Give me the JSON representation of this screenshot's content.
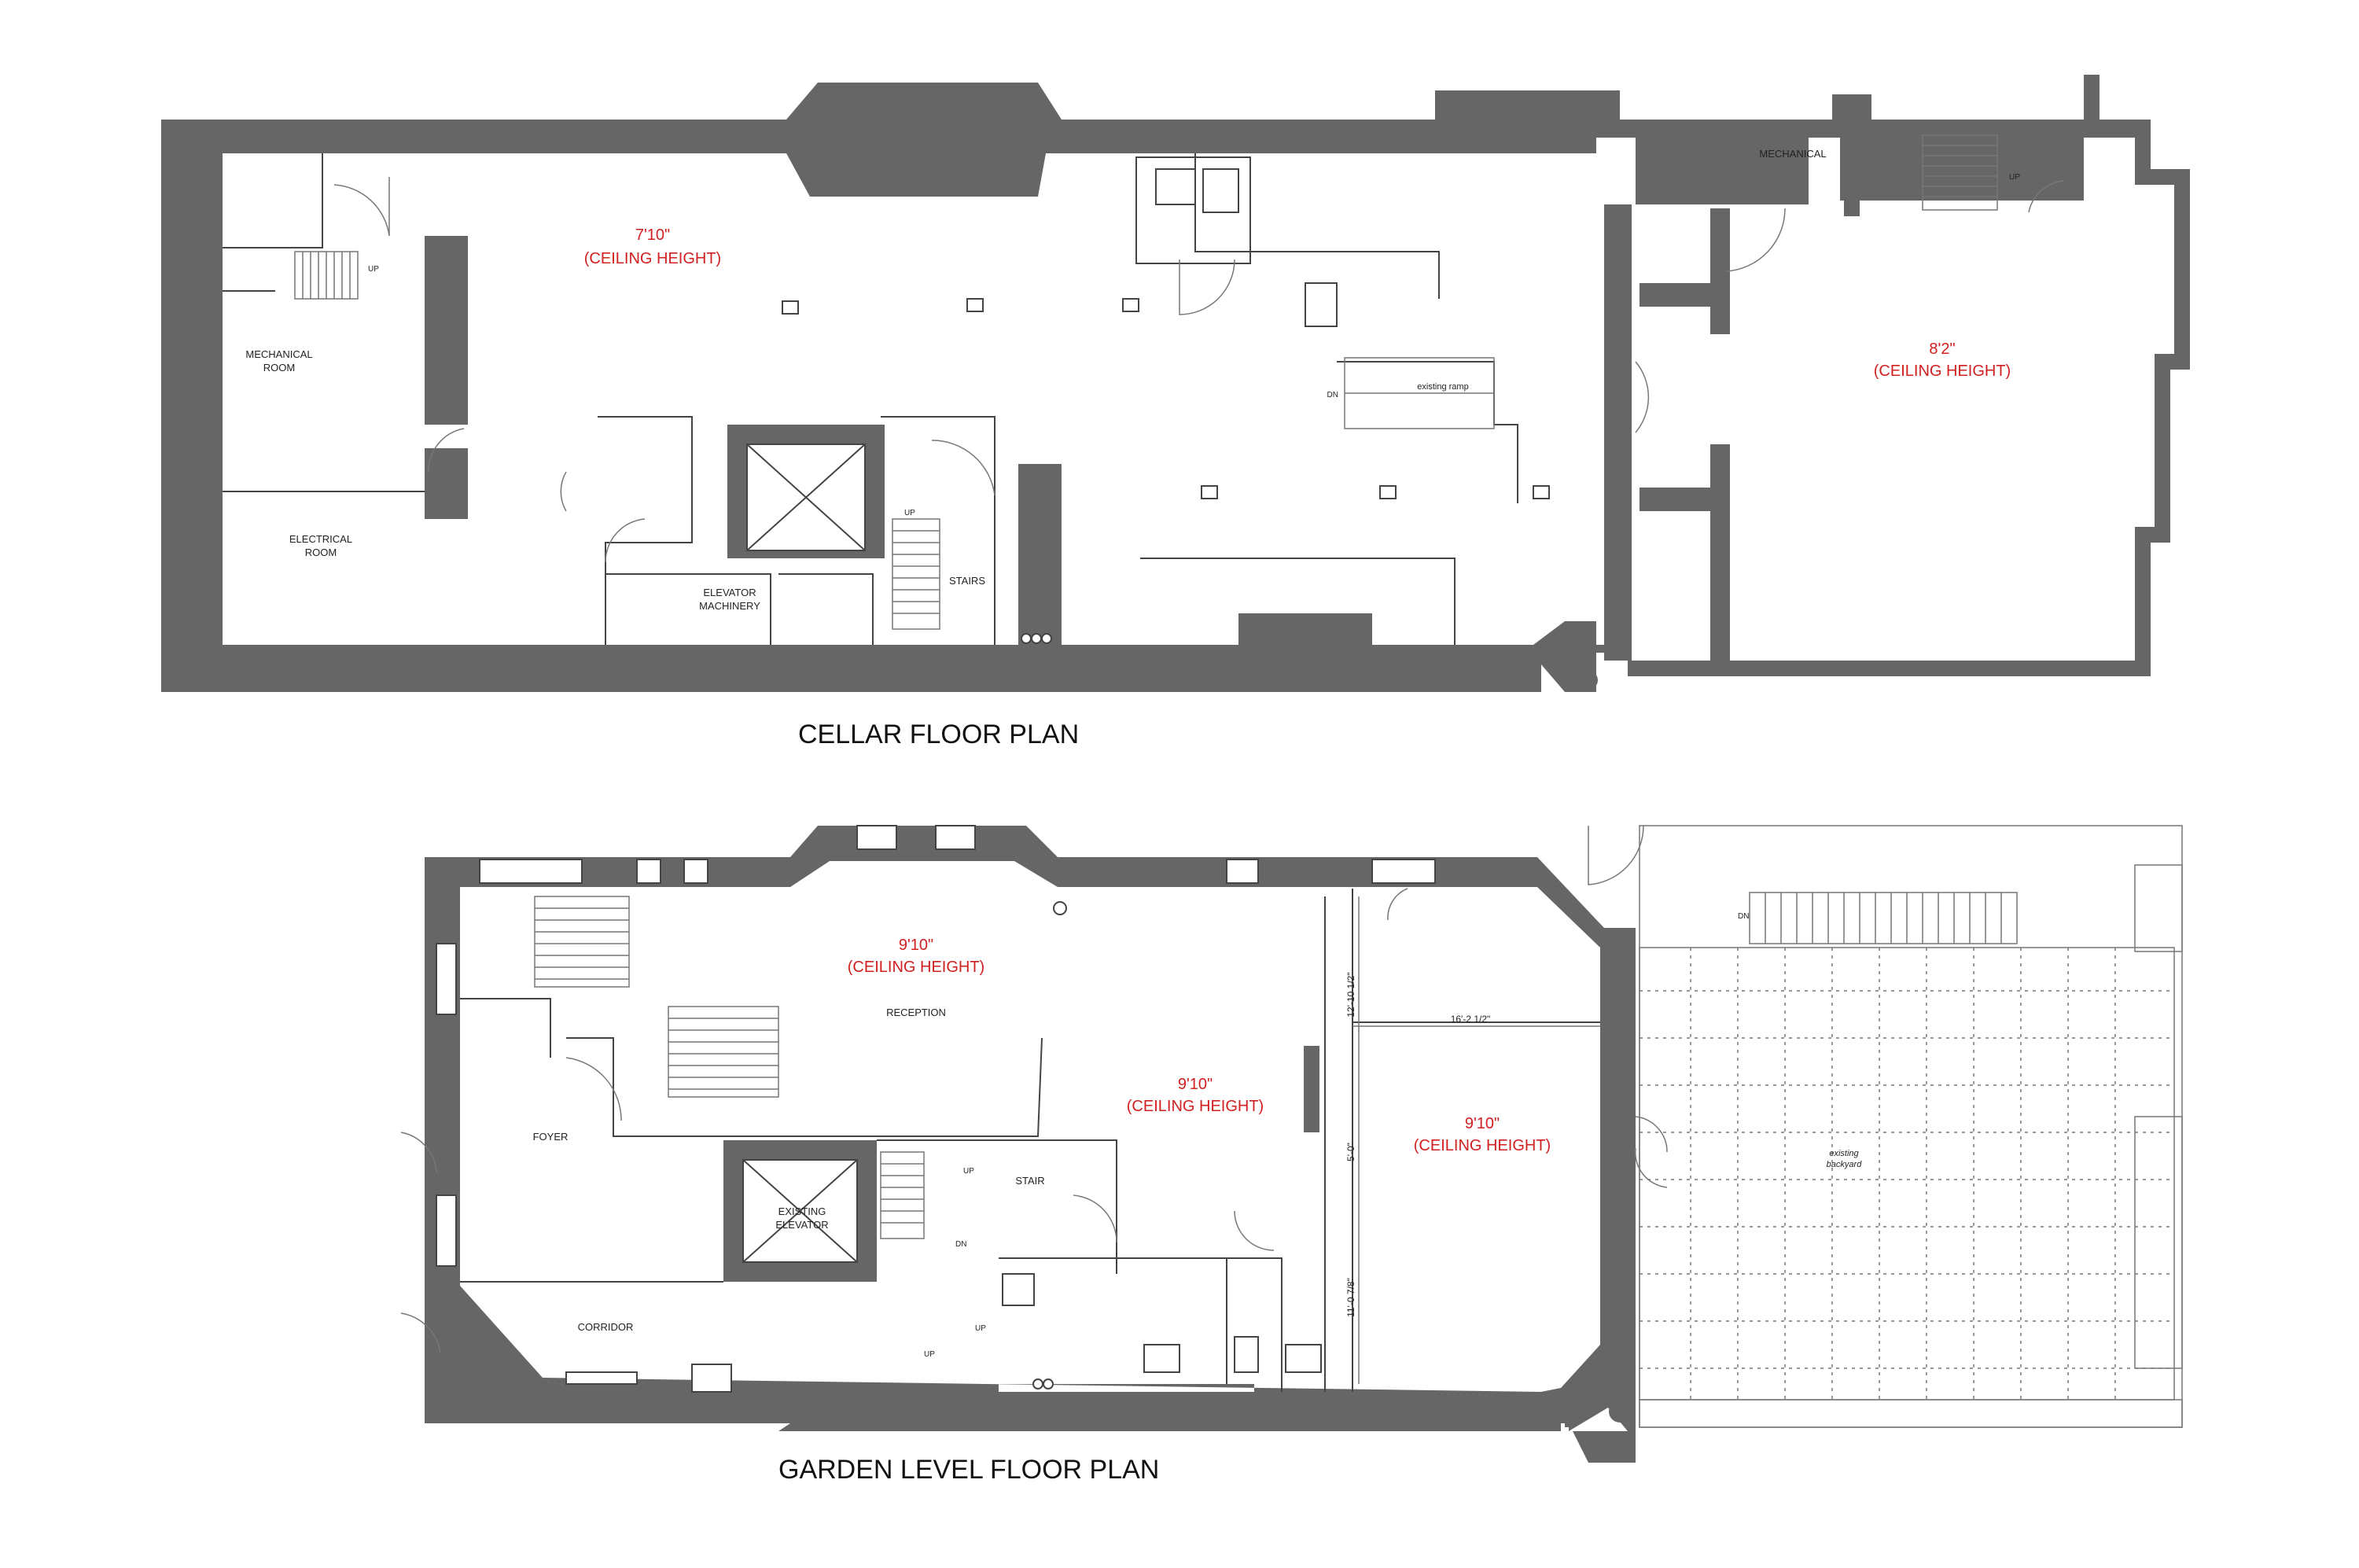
{
  "cellar": {
    "title": "CELLAR FLOOR PLAN",
    "main_height": "7'10\"",
    "main_height_note": "(CEILING HEIGHT)",
    "rear_height": "8'2\"",
    "rear_height_note": "(CEILING HEIGHT)",
    "mechanical_room_line1": "MECHANICAL",
    "mechanical_room_line2": "ROOM",
    "electrical_room_line1": "ELECTRICAL",
    "electrical_room_line2": "ROOM",
    "elevator_machinery_line1": "ELEVATOR",
    "elevator_machinery_line2": "MACHINERY",
    "stairs": "STAIRS",
    "mechanical": "MECHANICAL",
    "ramp": "existing ramp",
    "dn": "DN",
    "up": "UP",
    "up2": "UP",
    "up3": "UP"
  },
  "garden": {
    "title": "GARDEN LEVEL FLOOR PLAN",
    "reception_height": "9'10\"",
    "reception_height_note": "(CEILING HEIGHT)",
    "reception": "RECEPTION",
    "mid_height": "9'10\"",
    "mid_height_note": "(CEILING HEIGHT)",
    "rear_height": "9'10\"",
    "rear_height_note": "(CEILING HEIGHT)",
    "foyer": "FOYER",
    "corridor": "CORRIDOR",
    "stair": "STAIR",
    "elevator_line1": "EXISTING",
    "elevator_line2": "ELEVATOR",
    "backyard_line1": "existing",
    "backyard_line2": "backyard",
    "dim_width": "16'-2 1/2\"",
    "dim_top": "12'-10 1/2\"",
    "dim_mid": "5'-0\"",
    "dim_bottom": "11'-0 7/8\"",
    "up": "UP",
    "up2": "UP",
    "up3": "UP",
    "dn": "DN",
    "dn2": "DN"
  }
}
